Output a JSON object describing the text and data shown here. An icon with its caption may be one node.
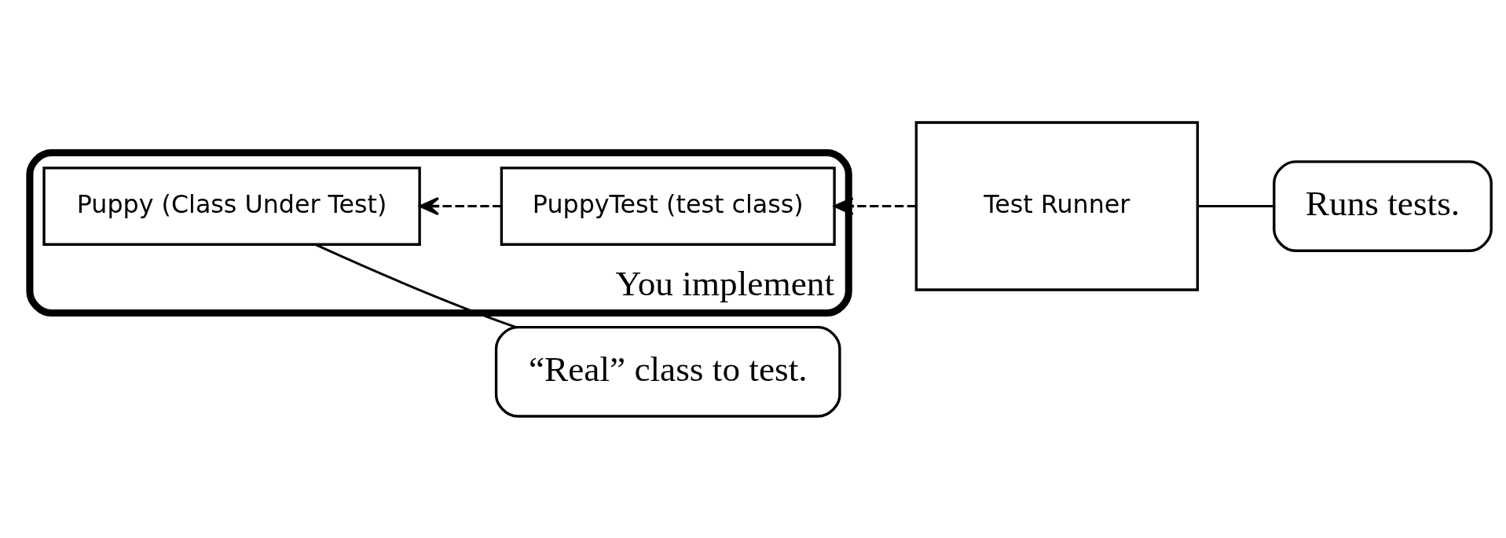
{
  "diagram": {
    "nodes": [
      {
        "text": [
          "You implement"
        ]
      },
      {
        "text": [
          "Puppy (Class Under Test)"
        ],
        "in": 0
      },
      {
        "text": [
          "PuppyTest (test class)"
        ],
        "in": 0
      },
      {
        "text": [
          "Test Runner"
        ]
      },
      {
        "text": [
          "Runs tests."
        ]
      },
      {
        "text": [
          "“Real” class to test."
        ]
      }
    ],
    "edges": [
      {
        "from": 2,
        "to": 1,
        "arrow": "to",
        "style": "dashed"
      },
      {
        "from": 3,
        "to": 2,
        "arrow": "to",
        "style": "dashed"
      },
      {
        "from": 4,
        "to": 3,
        "arrow": "none"
      },
      {
        "from": 5,
        "to": 1,
        "arrow": "none"
      }
    ]
  }
}
